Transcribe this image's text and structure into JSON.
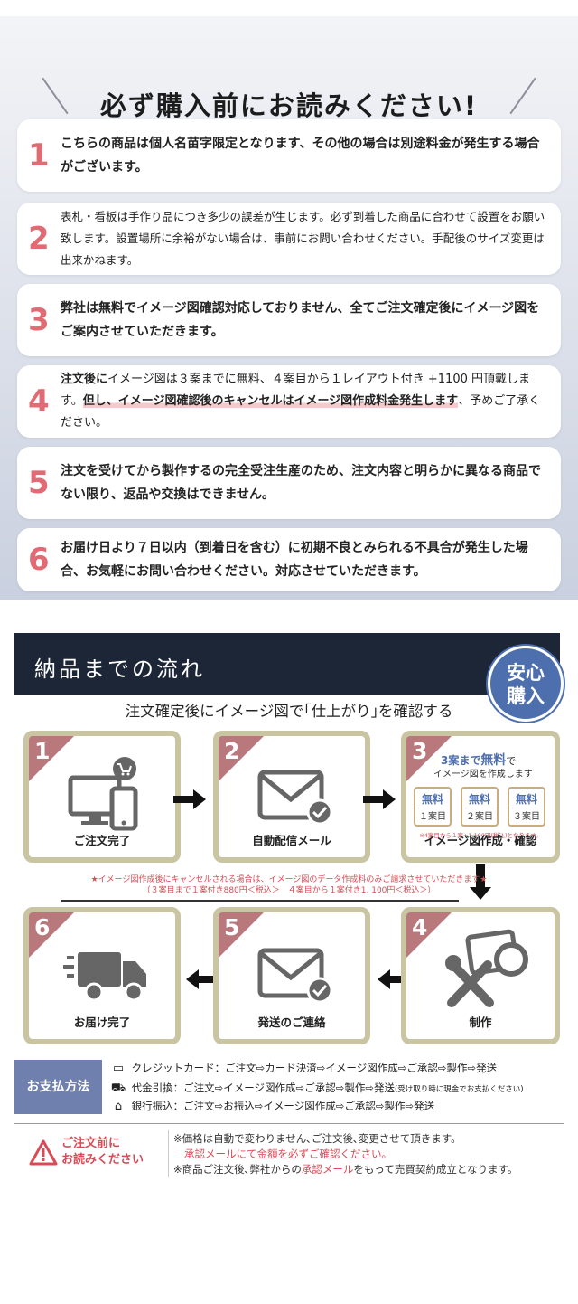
{
  "notice": {
    "title": "必ず購入前にお読みください!",
    "items": [
      {
        "num": "1",
        "text": "こちらの商品は個人名苗字限定となります、その他の場合は別途料金が発生する場合がございます。"
      },
      {
        "num": "2",
        "text": "表札・看板は手作り品につき多少の誤差が生じます。必ず到着した商品に合わせて設置をお願い致します。設置場所に余裕がない場合は、事前にお問い合わせください。手配後のサイズ変更は出来かねます。"
      },
      {
        "num": "3",
        "text": "弊社は無料でイメージ図確認対応しておりません、全てご注文確定後にイメージ図をご案内させていただきます。"
      },
      {
        "num": "4",
        "text_a": "注文後に",
        "text_b": "イメージ図は３案までに無料、４案目から１レイアウト付き +1100 円頂戴します。",
        "text_hl": "但し、イメージ図確認後のキャンセルはイメージ図作成料金発生します",
        "text_c": "、予めご了承ください。"
      },
      {
        "num": "5",
        "text": "注文を受けてから製作するの完全受注生産のため、注文内容と明らかに異なる商品でない限り、返品や交換はできません。"
      },
      {
        "num": "6",
        "text": "お届け日より７日以内（到着日を含む）に初期不良とみられる不具合が発生した場合、お気軽にお問い合わせください。対応させていただきます。"
      }
    ]
  },
  "flow": {
    "header": "納品までの流れ",
    "badge_line1": "安心",
    "badge_line2": "購入",
    "subtitle": "注文確定後にイメージ図で｢仕上がり｣を確認する",
    "steps": [
      {
        "num": "1",
        "label": "ご注文完了",
        "icon": "devices-cart-icon"
      },
      {
        "num": "2",
        "label": "自動配信メール",
        "icon": "mail-check-icon"
      },
      {
        "num": "3",
        "label": "イメージ図作成・確認",
        "icon": "image-proposals"
      },
      {
        "num": "4",
        "label": "制作",
        "icon": "tools-icon"
      },
      {
        "num": "5",
        "label": "発送のご連絡",
        "icon": "mail-check-icon"
      },
      {
        "num": "6",
        "label": "お届け完了",
        "icon": "delivery-truck-icon"
      }
    ],
    "step3": {
      "head_a": "3案まで",
      "head_b": "無料",
      "head_c": "で",
      "head_d": "イメージ図を作成します",
      "mini": [
        {
          "top": "無料",
          "bottom": "１案目"
        },
        {
          "top": "無料",
          "bottom": "２案目"
        },
        {
          "top": "無料",
          "bottom": "３案目"
        }
      ],
      "note": "※4案目から１案+1,100円(税込)となります。"
    },
    "cancel_note_1": "★イメージ図作成後にキャンセルされる場合は、イメージ図のデータ作成料のみご請求させていただきます★",
    "cancel_note_2": "（３案目まで１案付き880円＜税込＞　４案目から１案付き1, 100円＜税込＞）"
  },
  "payment": {
    "label": "お支払方法",
    "rows": [
      {
        "icon": "credit-card-icon",
        "text": "クレジットカード：ご注文⇨カード決済⇨イメージ図作成⇨ご承認⇨製作⇨発送",
        "small": ""
      },
      {
        "icon": "cash-on-delivery-icon",
        "text": "代金引換：ご注文⇨イメージ図作成⇨ご承認⇨製作⇨発送",
        "small": "(受け取り時に現金でお支払ください)"
      },
      {
        "icon": "bank-transfer-icon",
        "text": "銀行振込：ご注文⇨お振込⇨イメージ図作成⇨ご承認⇨製作⇨発送",
        "small": ""
      }
    ]
  },
  "warning": {
    "title_1": "ご注文前に",
    "title_2": "お読みください",
    "line1": "※価格は自動で変わりません､ご注文後､変更させて頂きます。",
    "line2": "承認メールにて金額を必ずご確認ください。",
    "line3_a": "※商品ご注文後､弊社からの",
    "line3_b": "承認メール",
    "line3_c": "をもって売買契約成立となります。"
  },
  "colors": {
    "accent_red": "#e06b74",
    "navy": "#1d2636",
    "blue": "#4e6fae",
    "frame": "#c9c5a3"
  }
}
